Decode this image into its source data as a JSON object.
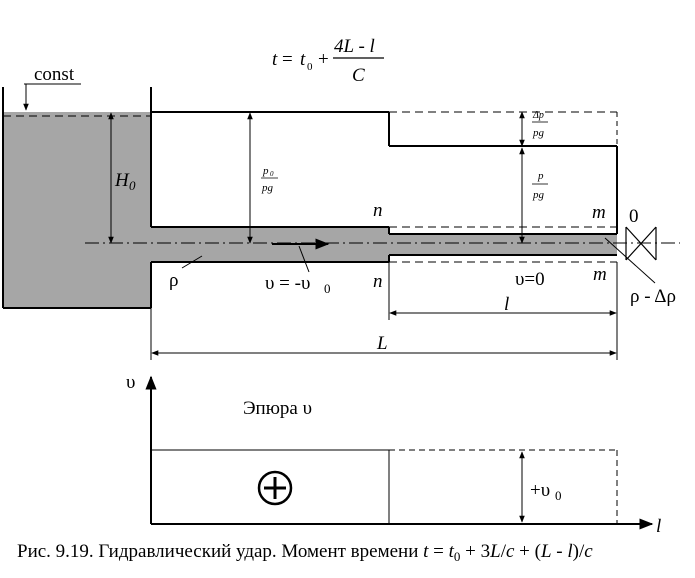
{
  "formula": {
    "lhs": "t",
    "eq": " =",
    "t0_base": "t",
    "t0_sub": "0",
    "plus": "+",
    "numerator": "4L - l",
    "denominator": "C"
  },
  "labels": {
    "const": "const",
    "H0_base": "H",
    "H0_sub": "0",
    "p0_num_base": "p",
    "p0_num_sub": "0",
    "p0_den": "pg",
    "dp_num": "Δp",
    "dp_den": "pg",
    "p_num": "p",
    "p_den": "pg",
    "n_top": "n",
    "n_bottom": "n",
    "m_top": "m",
    "m_bottom": "m",
    "zero": "0",
    "rho": "ρ",
    "v_eq": "υ = -υ",
    "v_eq_sub": "0",
    "v_zero": "υ=0",
    "rho_minus": "ρ - Δρ",
    "l": "l",
    "L": "L"
  },
  "epure": {
    "axis_v": "υ",
    "axis_l": "l",
    "title": "Эпюра υ",
    "value_base": "+υ",
    "value_sub": "0"
  },
  "caption": {
    "prefix": "Рис. 9.19. Гидравлический удар.  Момент времени ",
    "t": "t",
    "eq": " = ",
    "t0": "t",
    "t0_sub": "0",
    "rest1": " + 3",
    "L1": "L",
    "slash1": "/",
    "c1": "c",
    "rest2": " + (",
    "L2": "L",
    "minus": " - ",
    "l": "l",
    "rest3": ")/",
    "c2": "c"
  },
  "colors": {
    "fluid": "#a6a6a6",
    "line": "#000000",
    "background": "#ffffff"
  }
}
